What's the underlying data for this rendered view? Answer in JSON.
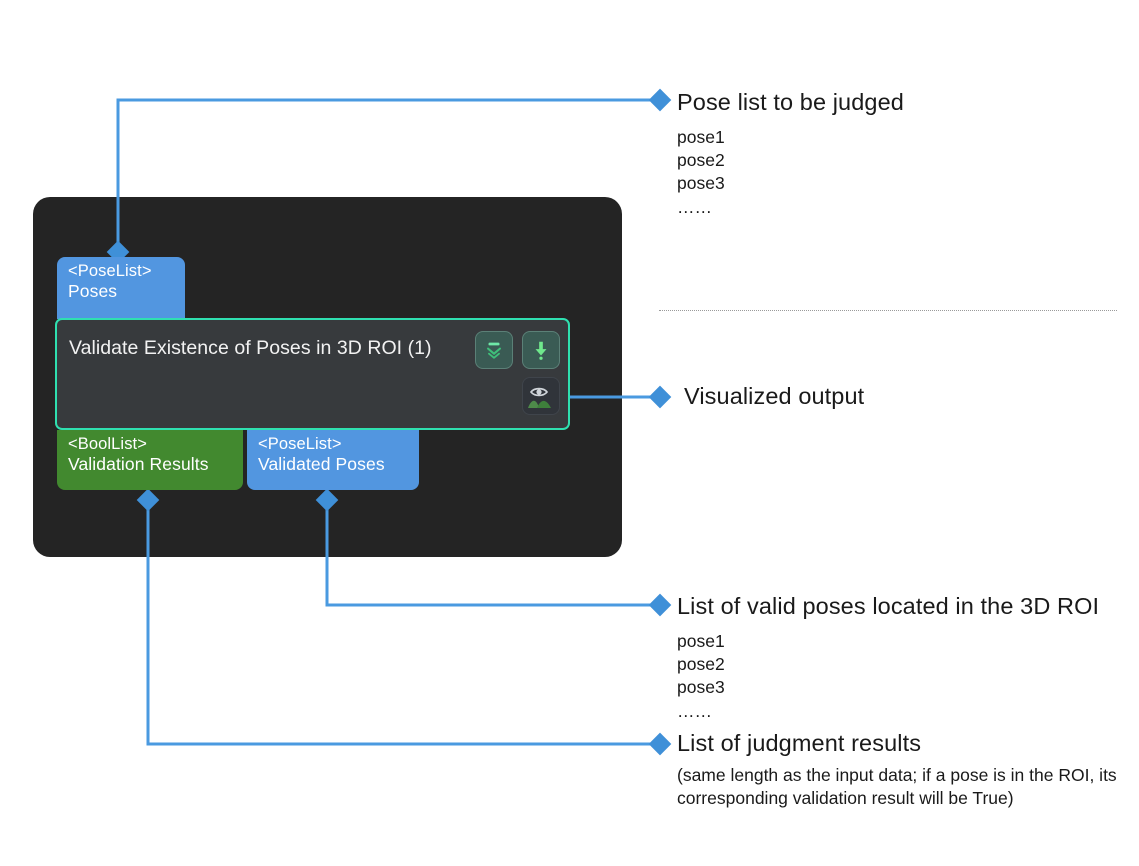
{
  "diagram": {
    "title": "Validate Existence of Poses in 3D ROI node with annotated inputs and outputs",
    "colors": {
      "canvas_background": "#242424",
      "node_background": "#373a3d",
      "node_border": "#2fe0b0",
      "port_blue": "#5296e0",
      "port_green": "#42892f",
      "connector_blue": "#4a9ae0",
      "page_background": "#ffffff"
    }
  },
  "node": {
    "title": "Validate Existence of Poses in 3D ROI (1)",
    "buttons": [
      {
        "name": "collapse-button",
        "icon": "collapse-double-chevron-down-icon"
      },
      {
        "name": "download-button",
        "icon": "arrow-down-exclamation-icon"
      },
      {
        "name": "visualize-button",
        "icon": "eye-image-preview-icon"
      }
    ]
  },
  "ports": {
    "inputs": [
      {
        "type": "<PoseList>",
        "label": "Poses",
        "color": "blue"
      }
    ],
    "outputs": [
      {
        "type": "<BoolList>",
        "label": "Validation Results",
        "color": "green"
      },
      {
        "type": "<PoseList>",
        "label": "Validated Poses",
        "color": "blue"
      }
    ]
  },
  "annotations": [
    {
      "id": "input-poses",
      "title": "Pose list to be judged",
      "items": [
        "pose1",
        "pose2",
        "pose3",
        "……"
      ]
    },
    {
      "id": "visualized-output",
      "title": "Visualized output",
      "items": []
    },
    {
      "id": "validated-poses",
      "title": "List of valid poses located in the 3D ROI",
      "items": [
        "pose1",
        "pose2",
        "pose3",
        "……"
      ]
    },
    {
      "id": "validation-results",
      "title": "List of judgment results",
      "note": "(same length as the input data; if a pose is in the ROI, its corresponding validation result will be True)"
    }
  ]
}
